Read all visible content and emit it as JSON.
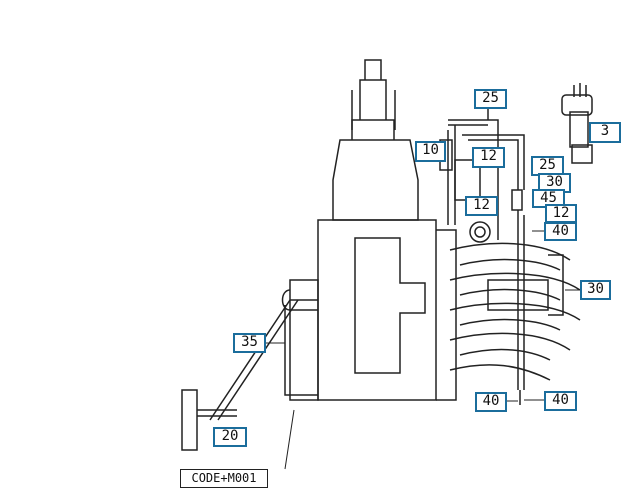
{
  "diagram": {
    "code_label": "CODE+M001",
    "callouts": [
      {
        "id": "c25a",
        "label": "25"
      },
      {
        "id": "c3",
        "label": "3"
      },
      {
        "id": "c10",
        "label": "10"
      },
      {
        "id": "c12a",
        "label": "12"
      },
      {
        "id": "c25b",
        "label": "25"
      },
      {
        "id": "c30a",
        "label": "30"
      },
      {
        "id": "c45",
        "label": "45"
      },
      {
        "id": "c12b",
        "label": "12"
      },
      {
        "id": "c12c",
        "label": "12"
      },
      {
        "id": "c40a",
        "label": "40"
      },
      {
        "id": "c30b",
        "label": "30"
      },
      {
        "id": "c35",
        "label": "35"
      },
      {
        "id": "c40b",
        "label": "40"
      },
      {
        "id": "c40c",
        "label": "40"
      },
      {
        "id": "c20",
        "label": "20"
      }
    ],
    "colors": {
      "callout_border": "#1b6d9c",
      "line": "#222222"
    }
  }
}
